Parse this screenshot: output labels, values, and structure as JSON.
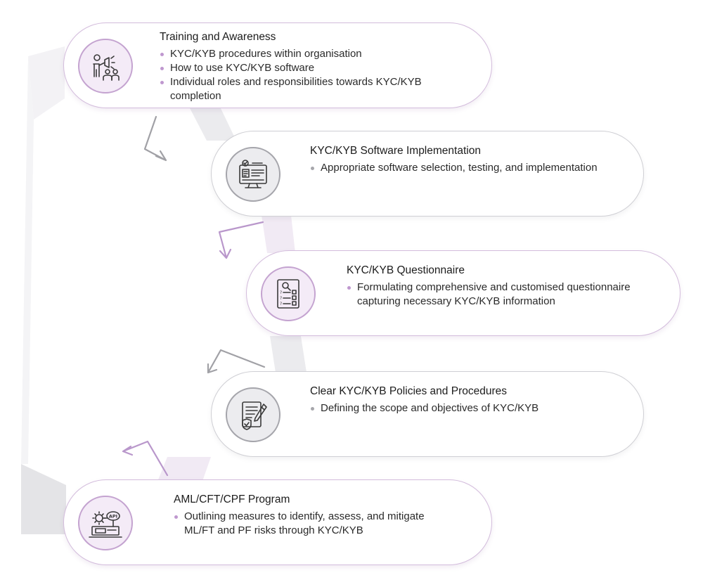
{
  "colors": {
    "accent_purple": "#bf98cf",
    "accent_grey": "#a6a6ab",
    "text": "#1c1c1c"
  },
  "steps": [
    {
      "title": "Training and Awareness",
      "icon": "presenter-megaphone-icon",
      "theme": "purple",
      "bullets": [
        "KYC/KYB procedures within organisation",
        "How to use KYC/KYB software",
        "Individual roles and responsibilities towards KYC/KYB completion"
      ]
    },
    {
      "title": "KYC/KYB Software Implementation",
      "icon": "computer-monitor-icon",
      "theme": "grey",
      "bullets": [
        "Appropriate software selection, testing, and implementation"
      ]
    },
    {
      "title": "KYC/KYB Questionnaire",
      "icon": "questionnaire-document-icon",
      "theme": "purple",
      "bullets": [
        "Formulating comprehensive and customised questionnaire capturing necessary KYC/KYB information"
      ]
    },
    {
      "title": "Clear KYC/KYB Policies and Procedures",
      "icon": "policy-document-pen-icon",
      "theme": "grey",
      "bullets": [
        "Defining the scope and objectives of KYC/KYB"
      ]
    },
    {
      "title": "AML/CFT/CPF Program",
      "icon": "api-settings-laptop-icon",
      "theme": "purple",
      "bullets": [
        "Outlining measures to identify, assess, and mitigate ML/FT and PF risks through KYC/KYB"
      ]
    }
  ],
  "icon_labels": {
    "api_badge": "API"
  }
}
